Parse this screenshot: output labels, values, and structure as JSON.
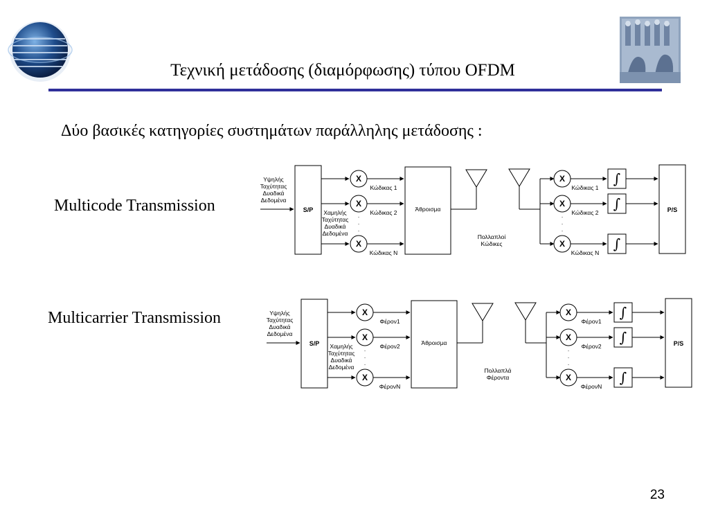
{
  "slide": {
    "title": "Τεχνική μετάδοσης (διαμόρφωσης) τύπου OFDM",
    "subtitle": "Δύο βασικές κατηγορίες συστημάτων παράλληλης μετάδοσης :",
    "page_number": "23"
  },
  "colors": {
    "title_rule": "#2f2f9a",
    "logo_blue": "#1f4d8c"
  },
  "icons": {
    "logo": "globe-logo-icon",
    "image": "stone-relief-image"
  },
  "multicode": {
    "label": "Multicode Transmission",
    "input": [
      "Υψηλής",
      "Ταχύτητας",
      "Δυαδικά",
      "Δεδομένα"
    ],
    "sp": "S/P",
    "low": [
      "Χαμηλής",
      "Ταχύτητας",
      "Δυαδικά",
      "Δεδομένα"
    ],
    "multipliers": [
      "X",
      "X",
      "X"
    ],
    "tx_codes": [
      "Κώδικας 1",
      "Κώδικας 2",
      "Κώδικας N"
    ],
    "sum": "Άθροισμα",
    "channel": [
      "Πολλαπλοί",
      "Κώδικες"
    ],
    "rx_codes": [
      "Κώδικας 1",
      "Κώδικας 2",
      "Κώδικας N"
    ],
    "integrator": "∫",
    "ps": "P/S"
  },
  "multicarrier": {
    "label": "Multicarrier Transmission",
    "input": [
      "Υψηλής",
      "Ταχύτητας",
      "Δυαδικά",
      "Δεδομένα"
    ],
    "sp": "S/P",
    "low": [
      "Χαμηλής",
      "Ταχύτητας",
      "Δυαδικά",
      "Δεδομένα"
    ],
    "multipliers": [
      "X",
      "X",
      "X"
    ],
    "tx_carriers": [
      "Φέρον1",
      "Φέρον2",
      "ΦέρονN"
    ],
    "sum": "Άθροισμα",
    "channel": [
      "Πολλαπλά",
      "Φέροντα"
    ],
    "rx_carriers": [
      "Φέρον1",
      "Φέρον2",
      "ΦέρονN"
    ],
    "integrator": "∫",
    "ps": "P/S"
  }
}
